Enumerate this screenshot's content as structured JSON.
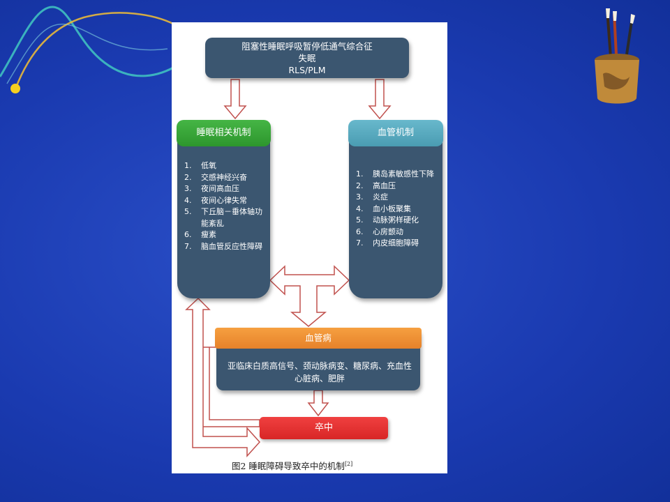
{
  "top_box": {
    "line1": "阻塞性睡眠呼吸暂停低通气综合征",
    "line2": "失眠",
    "line3": "RLS/PLM"
  },
  "left_column": {
    "header": "睡眠相关机制",
    "items": [
      {
        "num": "1.",
        "text": "低氧"
      },
      {
        "num": "2.",
        "text": "交感神经兴奋"
      },
      {
        "num": "3.",
        "text": "夜间高血压"
      },
      {
        "num": "4.",
        "text": "夜间心律失常"
      },
      {
        "num": "5.",
        "text": "下丘脑－垂体轴功能紊乱"
      },
      {
        "num": "6.",
        "text": "瘦素"
      },
      {
        "num": "7.",
        "text": "脑血管反应性障碍"
      }
    ]
  },
  "right_column": {
    "header": "血管机制",
    "items": [
      {
        "num": "1.",
        "text": "胰岛素敏感性下降"
      },
      {
        "num": "2.",
        "text": "高血压"
      },
      {
        "num": "3.",
        "text": "炎症"
      },
      {
        "num": "4.",
        "text": "血小板聚集"
      },
      {
        "num": "5.",
        "text": "动脉粥样硬化"
      },
      {
        "num": "6.",
        "text": "心房颤动"
      },
      {
        "num": "7.",
        "text": "内皮细胞障碍"
      }
    ]
  },
  "vascular_disease": {
    "header": "血管病",
    "text": "亚临床白质高信号、颈动脉病变、糖尿病、充血性心脏病、肥胖"
  },
  "stroke": {
    "label": "卒中"
  },
  "caption": {
    "text": "图2 睡眠障碍导致卒中的机制",
    "ref": "[2]"
  },
  "colors": {
    "box_fill": "#3b5670",
    "green_header": "#3aaa3a",
    "teal_header": "#5aaac0",
    "orange_header": "#f0902e",
    "red_box": "#e63030",
    "arrow_stroke": "#c0504d"
  }
}
